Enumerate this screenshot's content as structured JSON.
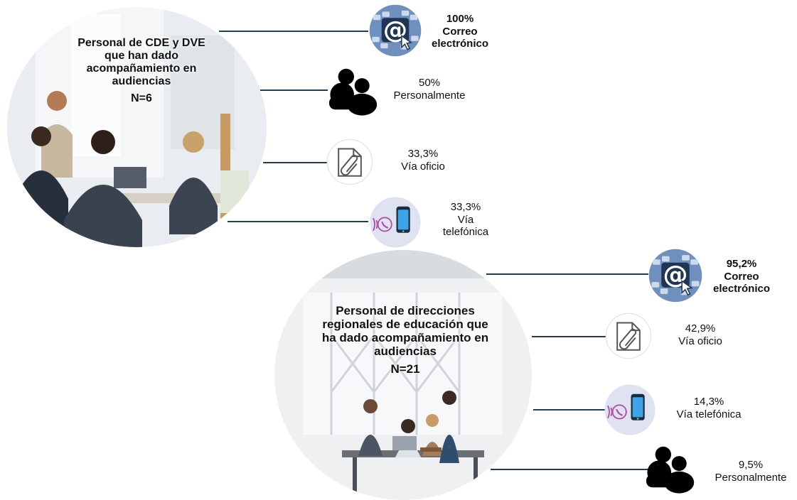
{
  "groups": [
    {
      "title_lines": [
        "Personal de CDE y DVE",
        "que han dado",
        "acompañamiento en",
        "audiencias"
      ],
      "n": "N=6",
      "items": [
        {
          "pct": "100%",
          "label_lines": [
            "Correo",
            "electrónico"
          ],
          "icon": "email-at-keyboard-icon",
          "emphasis": true
        },
        {
          "pct": "50%",
          "label_lines": [
            "Personalmente"
          ],
          "icon": "people-icon",
          "emphasis": false
        },
        {
          "pct": "33,3%",
          "label_lines": [
            "Vía oficio"
          ],
          "icon": "document-clip-icon",
          "emphasis": false
        },
        {
          "pct": "33,3%",
          "label_lines": [
            "Vía",
            "telefónica"
          ],
          "icon": "phone-icon",
          "emphasis": false
        }
      ]
    },
    {
      "title_lines": [
        "Personal de direcciones",
        "regionales de educación que",
        "ha dado acompañamiento en",
        "audiencias"
      ],
      "n": "N=21",
      "items": [
        {
          "pct": "95,2%",
          "label_lines": [
            "Correo",
            "electrónico"
          ],
          "icon": "email-at-keyboard-icon",
          "emphasis": true
        },
        {
          "pct": "42,9%",
          "label_lines": [
            "Vía oficio"
          ],
          "icon": "document-clip-icon",
          "emphasis": false
        },
        {
          "pct": "14,3%",
          "label_lines": [
            "Vía telefónica"
          ],
          "icon": "phone-icon",
          "emphasis": false
        },
        {
          "pct": "9,5%",
          "label_lines": [
            "Personalmente"
          ],
          "icon": "people-icon",
          "emphasis": false
        }
      ]
    }
  ],
  "colors": {
    "connector": "#1f3f57",
    "text": "#111111"
  }
}
